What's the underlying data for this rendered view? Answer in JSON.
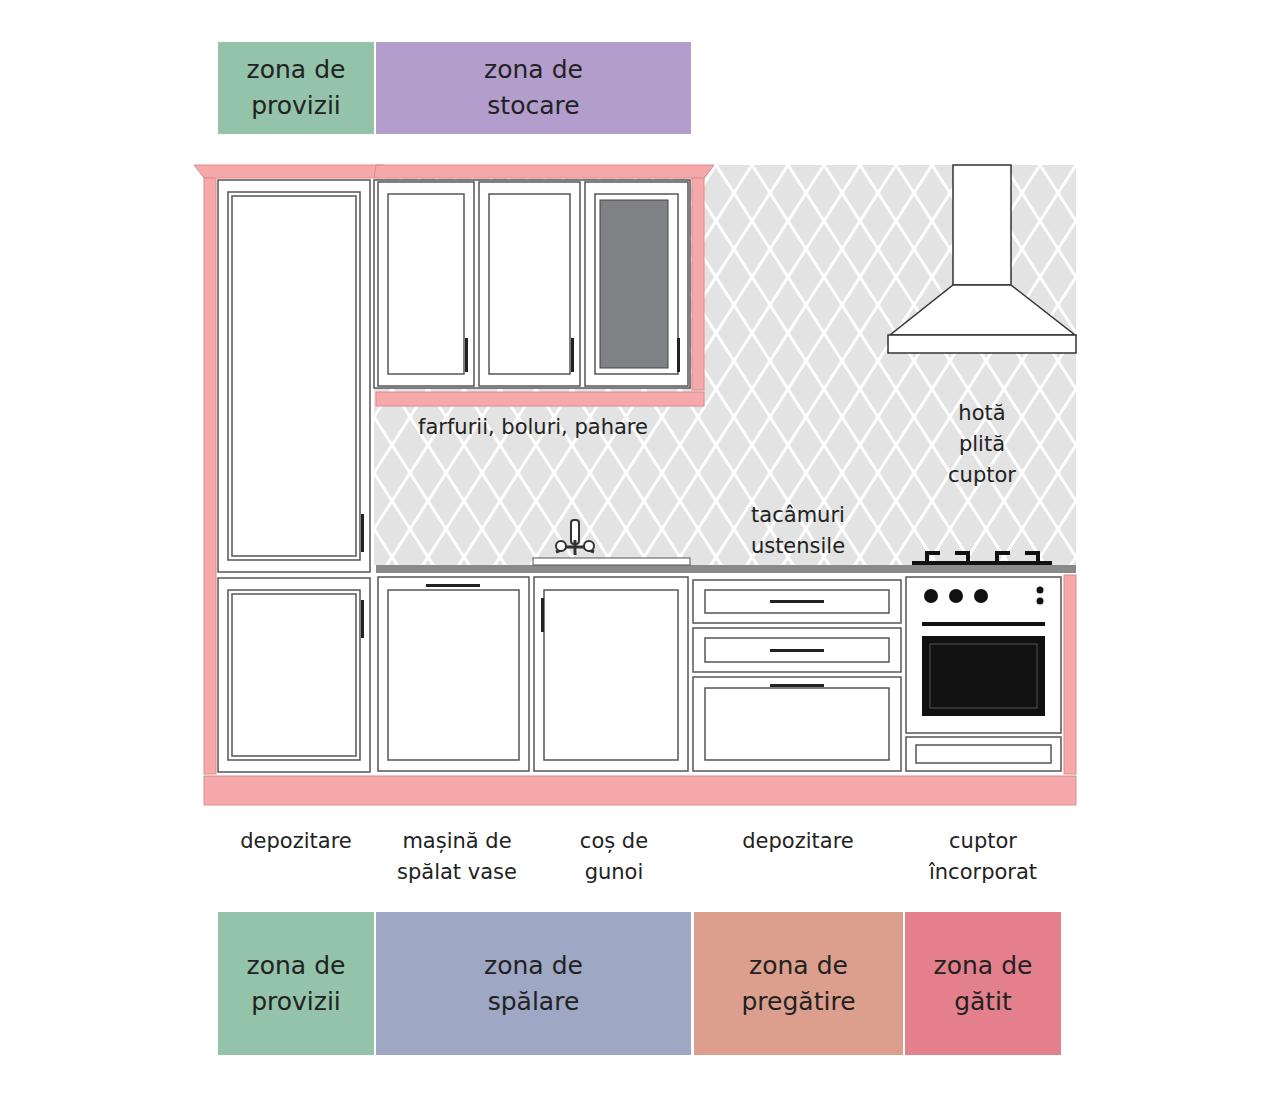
{
  "diagram": {
    "nodes": [
      {
        "text": [
          "zona de provizii"
        ]
      },
      {
        "text": [
          "zona de stocare"
        ]
      },
      {
        "text": [
          "zona de provizii"
        ]
      },
      {
        "text": [
          "zona de spălare"
        ]
      },
      {
        "text": [
          "zona de pregătire"
        ]
      },
      {
        "text": [
          "zona de gătit"
        ]
      }
    ],
    "labels": [
      "farfurii, boluri, pahare",
      "hotă plită cuptor",
      "tacâmuri ustensile",
      "depozitare",
      "mașină de spălat vase",
      "coș de gunoi",
      "depozitare",
      "cuptor încorporat"
    ]
  }
}
